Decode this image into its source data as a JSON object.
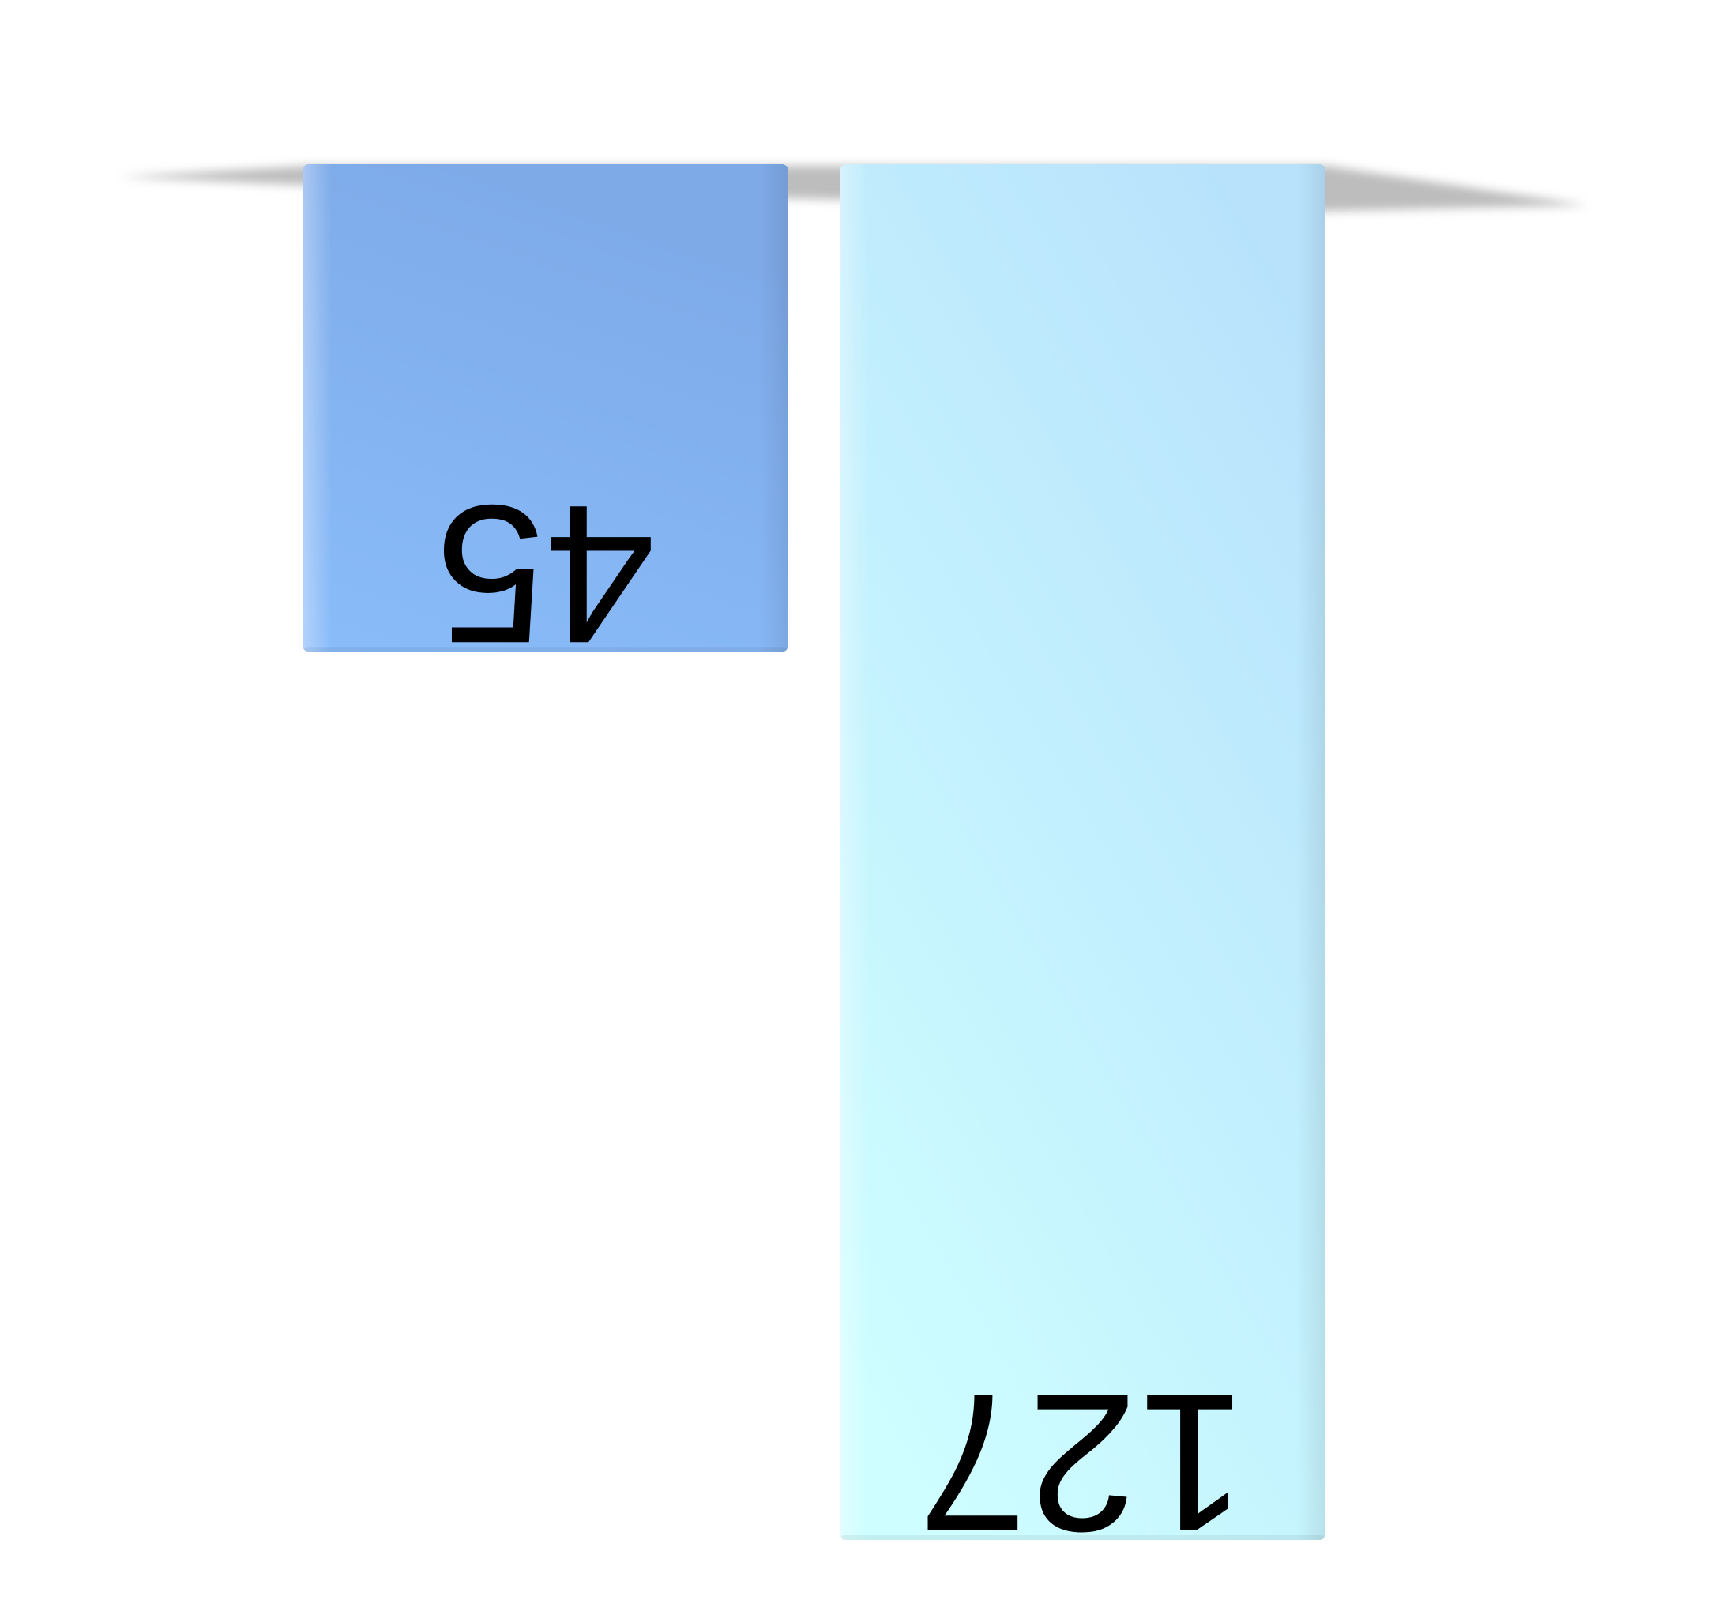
{
  "chart_data": {
    "type": "bar",
    "orientation": "vertical-inverted-mirrored",
    "categories": [
      "",
      ""
    ],
    "values": [
      45,
      127
    ],
    "data_labels": [
      "45",
      "127"
    ],
    "colors": [
      "#84b4f4",
      "#c6f6ff"
    ],
    "ylim": [
      0,
      127
    ],
    "grid": false,
    "legend": "none"
  }
}
